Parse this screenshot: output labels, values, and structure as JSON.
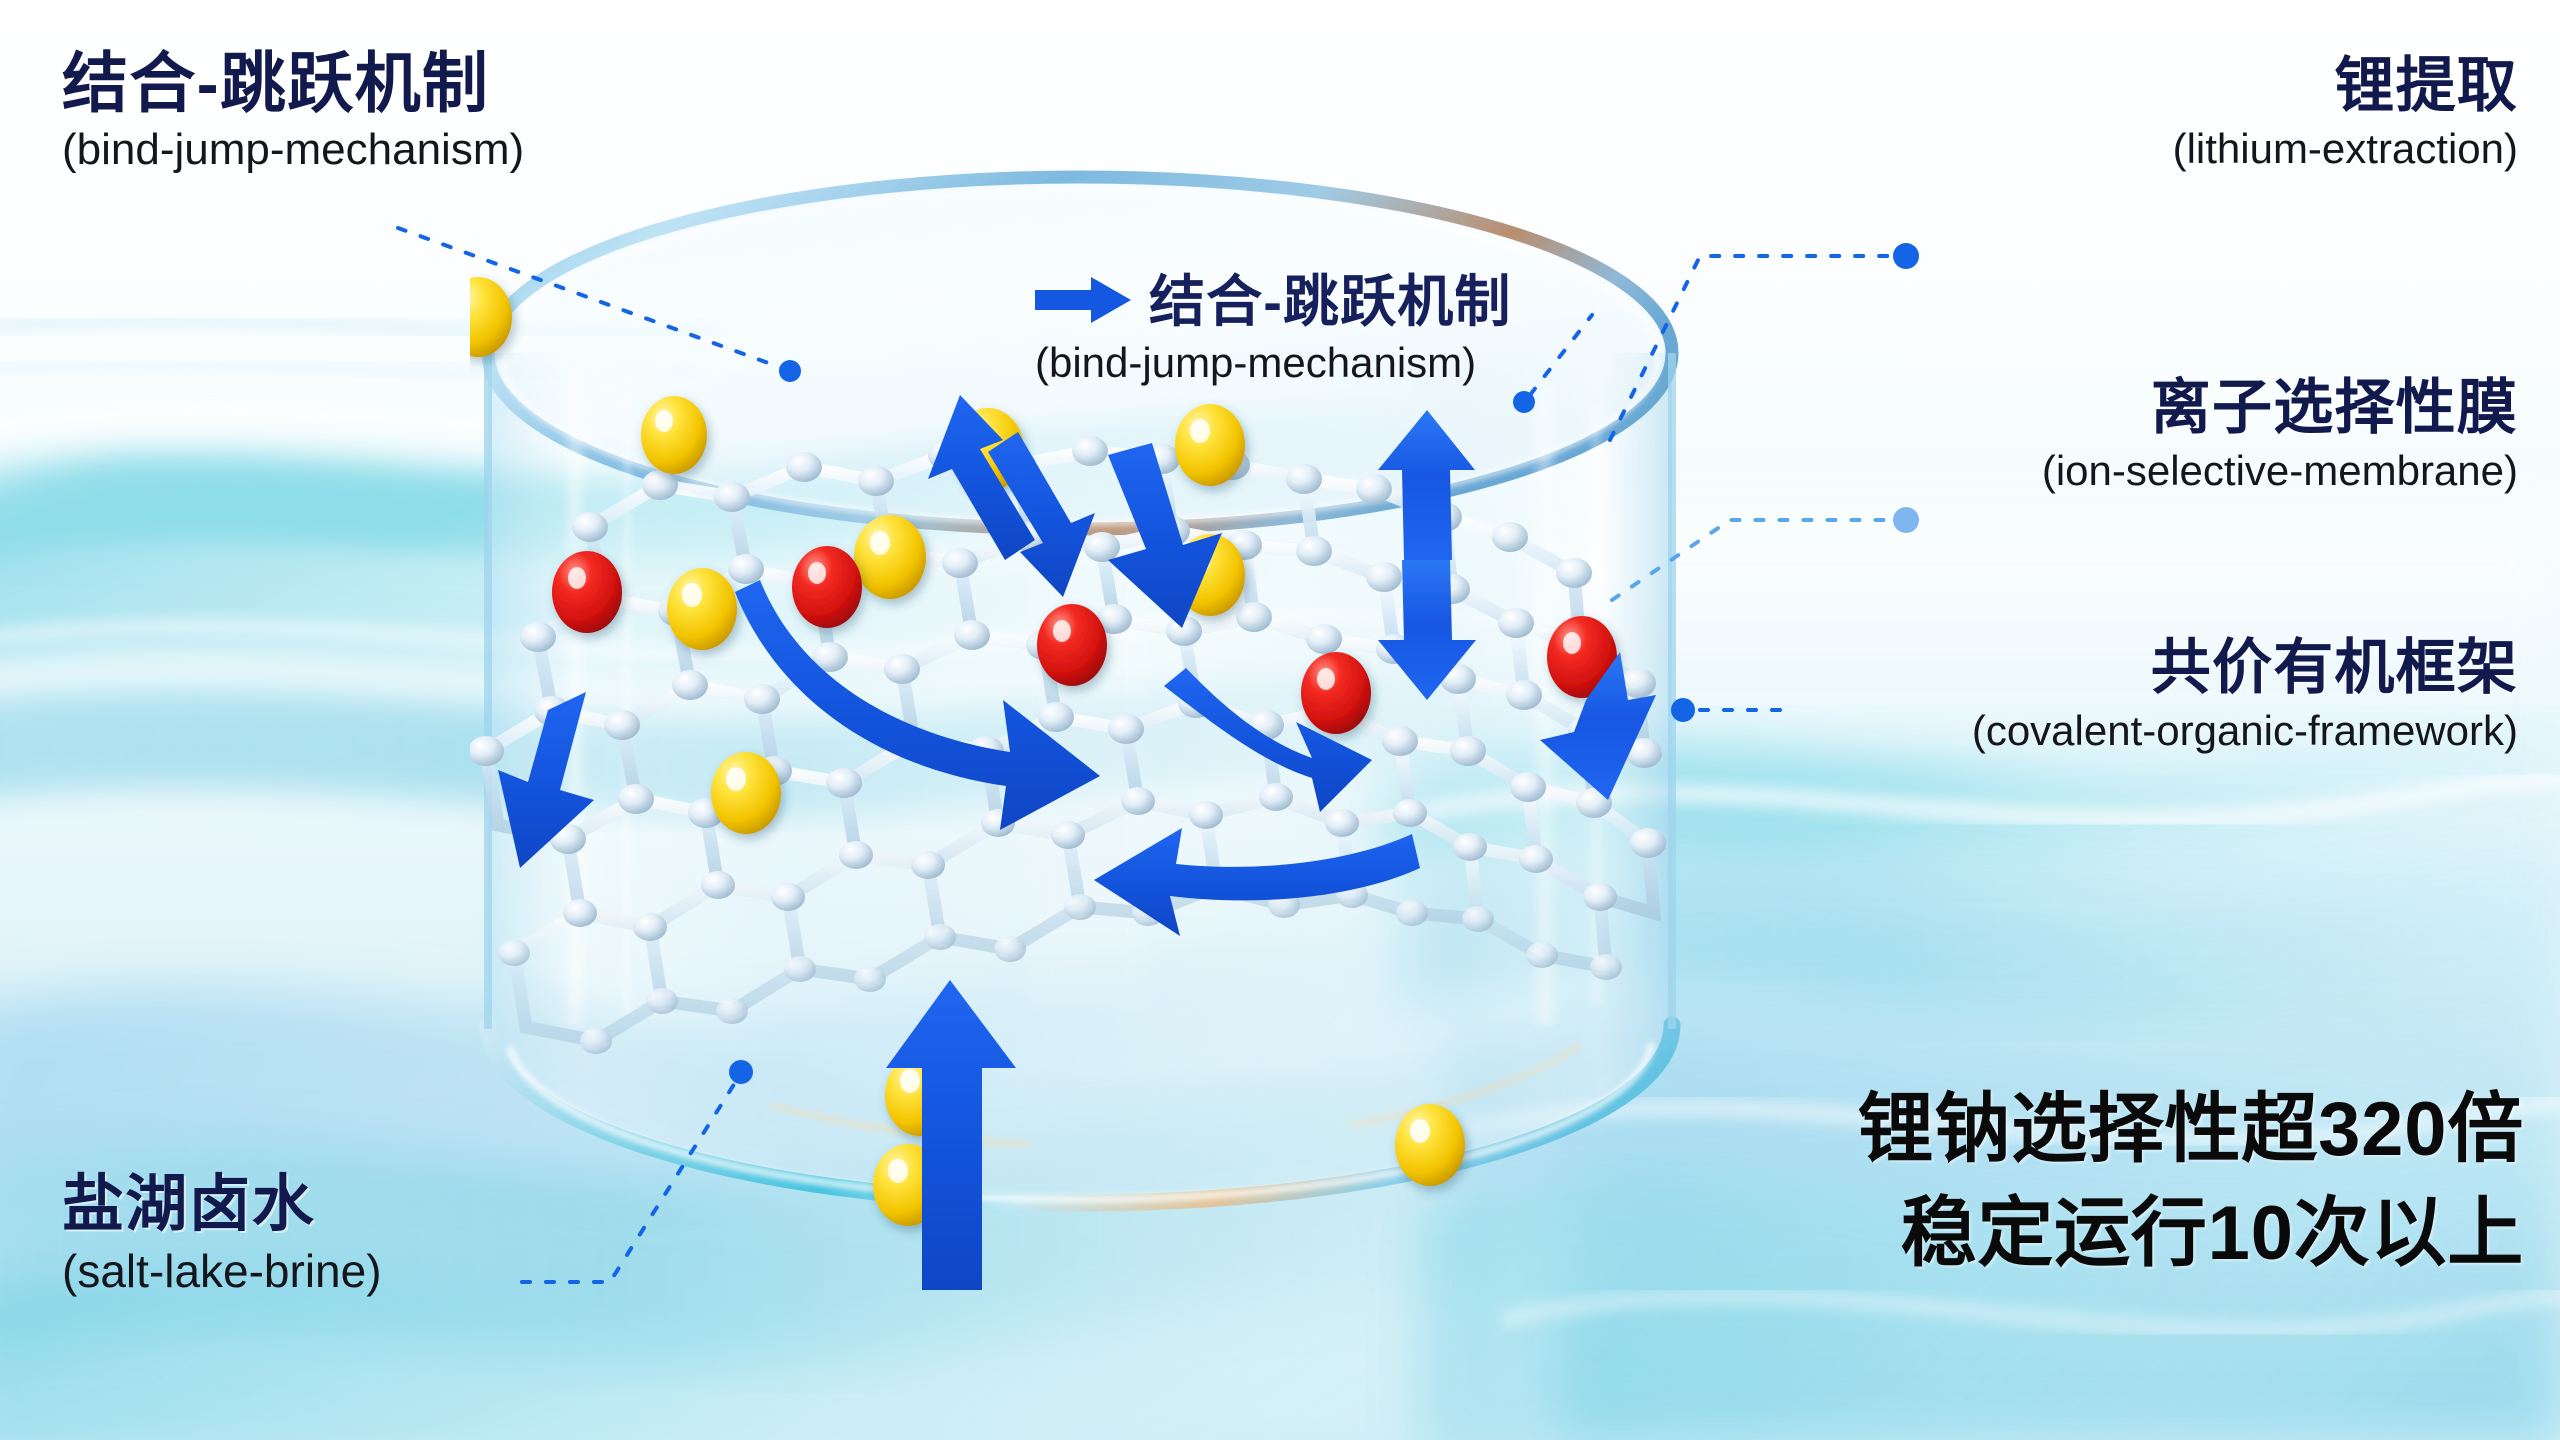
{
  "figure": {
    "title_cn": "结合-跳跃机制",
    "background_theme": "salt-lake water waves"
  },
  "colors": {
    "label_navy": "#121a4d",
    "label_black": "#14161c",
    "arrow_blue": "#1457e0",
    "leader_blue": "#1464e6",
    "leader_blue_light": "#7fb6ef",
    "ion_lithium_yellow": "#f5c80a",
    "ion_sodium_red": "#e01b1b",
    "water_cyan": "#57d6e6",
    "water_blue": "#8ec9ec",
    "headline_black": "#0a0a0a"
  },
  "labels": {
    "bind_jump_left": {
      "cn": "结合-跳跃机制",
      "en": "(bind-jump-mechanism)"
    },
    "bind_jump_center": {
      "cn": "结合-跳跃机制",
      "en": "(bind-jump-mechanism)",
      "icon": "right-arrow-icon"
    },
    "lithium_extraction": {
      "cn": "锂提取",
      "en": "(lithium-extraction)"
    },
    "ion_selective_membrane": {
      "cn": "离子选择性膜",
      "en": "(ion-selective-membrane)"
    },
    "covalent_organic_framework": {
      "cn": "共价有机框架",
      "en": "(covalent-organic-framework)"
    },
    "salt_lake_brine": {
      "cn": "盐湖卤水",
      "en": "(salt-lake-brine)"
    }
  },
  "headline": {
    "line1": "锂钠选择性超320倍",
    "line2": "稳定运行10次以上",
    "selectivity_factor": "320",
    "cycles": "10"
  },
  "chart_data": {
    "type": "diagram",
    "title": "结合-跳跃机制 (bind-jump-mechanism) lithium extraction schematic",
    "elements": [
      {
        "name": "covalent-organic-framework-cylinder",
        "shape": "transparent cylinder",
        "count": 1
      },
      {
        "name": "hexagonal-lattice",
        "shape": "honeycomb network",
        "rows": 4,
        "cols": 8
      },
      {
        "name": "lithium-ion",
        "color": "#f5c80a",
        "count": 10
      },
      {
        "name": "sodium-ion",
        "color": "#e01b1b",
        "count": 6
      },
      {
        "name": "flow-arrow",
        "color": "#1457e0",
        "count": 9
      }
    ],
    "annotations": [
      "结合-跳跃机制 (bind-jump-mechanism)",
      "锂提取 (lithium-extraction)",
      "离子选择性膜 (ion-selective-membrane)",
      "共价有机框架 (covalent-organic-framework)",
      "盐湖卤水 (salt-lake-brine)",
      "锂钠选择性超320倍",
      "稳定运行10次以上"
    ]
  }
}
